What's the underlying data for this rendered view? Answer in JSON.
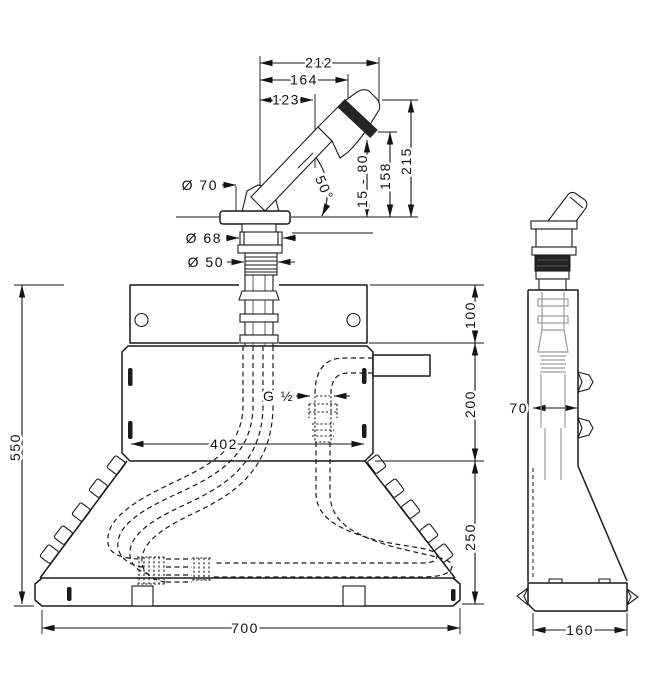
{
  "dimensions": {
    "top": {
      "d212": "212",
      "d164": "164",
      "d123": "123"
    },
    "height": {
      "d215": "215",
      "d158": "158",
      "d15_80": "15 - 80"
    },
    "angle": {
      "a50": "50°"
    },
    "diameters": {
      "dia70": "Ø 70",
      "dia68": "Ø 68",
      "dia50": "Ø 50"
    },
    "thread": {
      "g12": "G ½"
    },
    "front": {
      "d550": "550",
      "d100": "100",
      "d200": "200",
      "d250": "250",
      "d402": "402",
      "d700": "700"
    },
    "side": {
      "d70": "70",
      "d160": "160"
    }
  },
  "colors": {
    "line": "#1a1a1a",
    "internal_gray": "#9b9b9b",
    "dark_band": "#242424",
    "background": "#ffffff"
  }
}
